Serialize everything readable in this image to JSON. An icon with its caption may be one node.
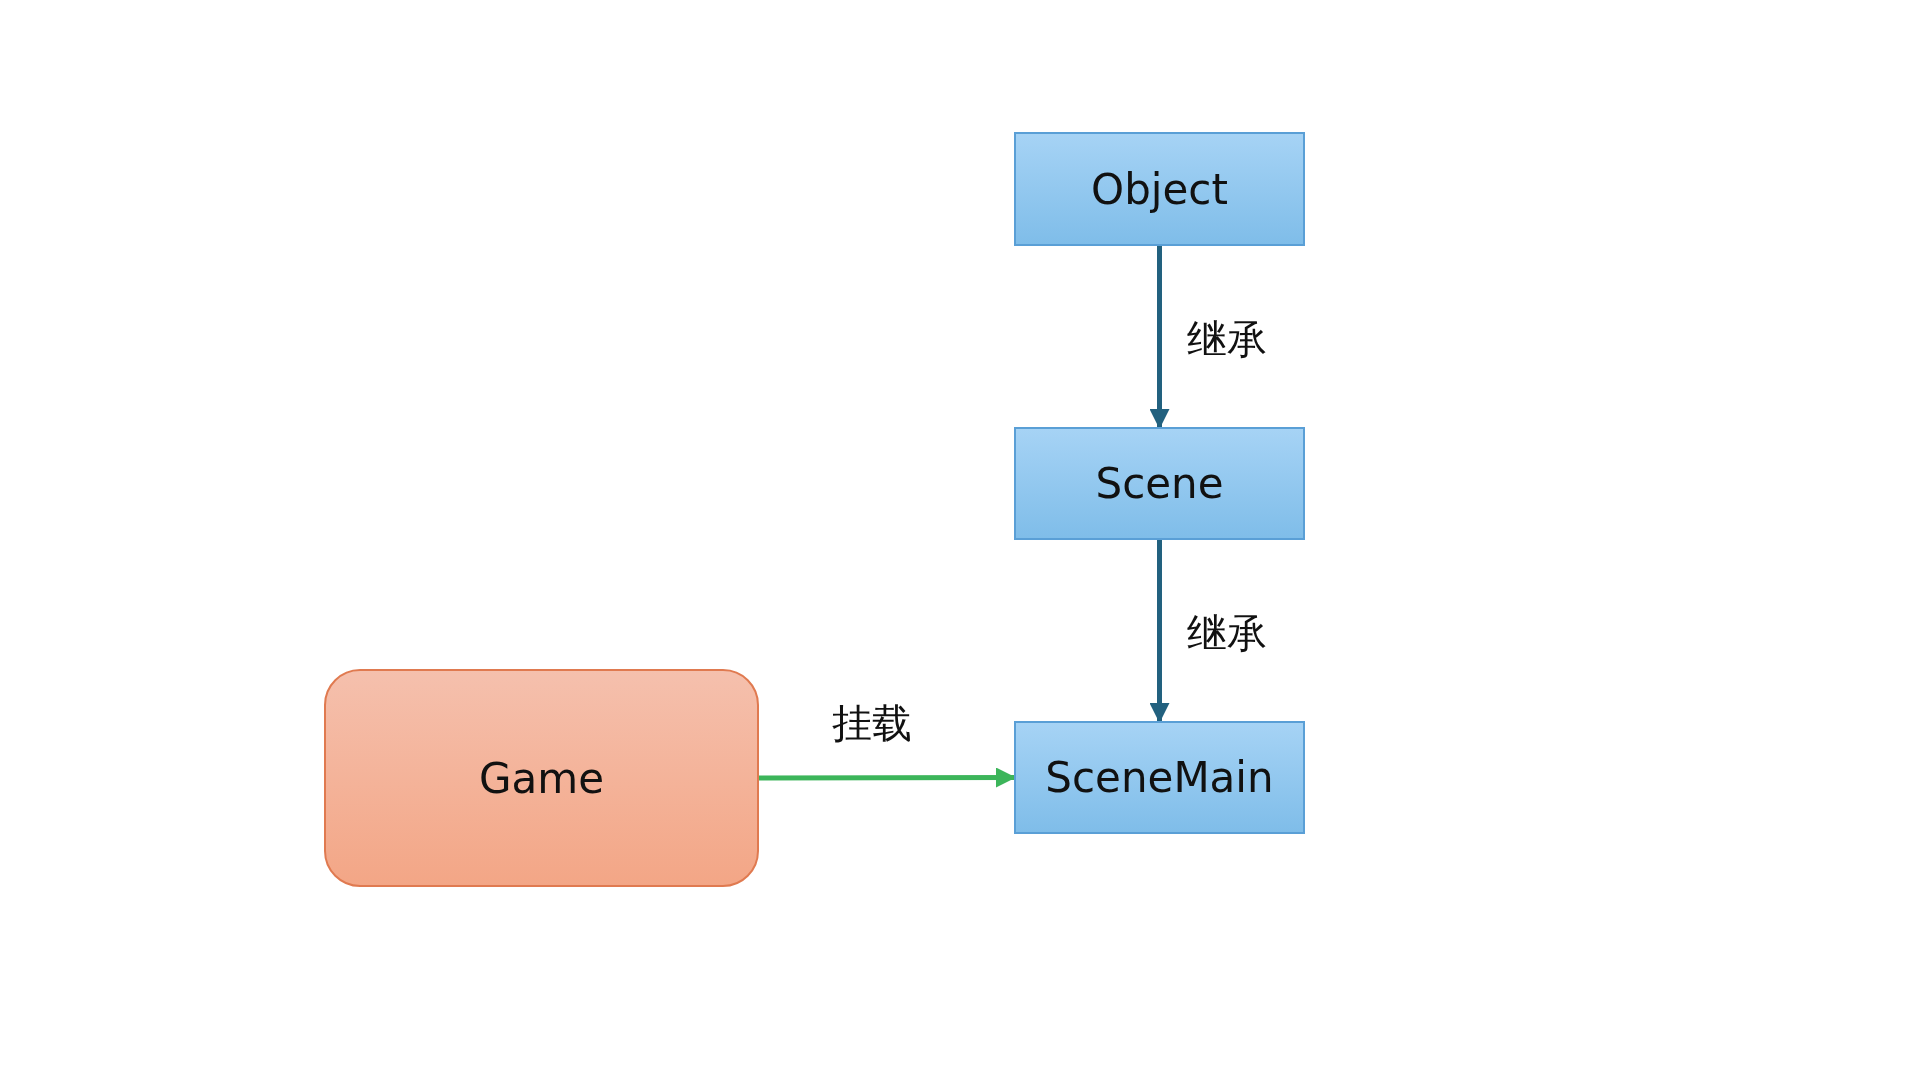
{
  "diagram": {
    "nodes": [
      {
        "text": [
          "Object"
        ]
      },
      {
        "text": [
          "Scene"
        ]
      },
      {
        "text": [
          "SceneMain"
        ]
      },
      {
        "text": [
          "Game"
        ]
      }
    ],
    "edges": [
      {
        "from": 0,
        "to": 1,
        "arrow": "to",
        "label": "继承"
      },
      {
        "from": 1,
        "to": 2,
        "arrow": "to",
        "label": "继承"
      },
      {
        "from": 3,
        "to": 2,
        "arrow": "to",
        "label": "挂载",
        "color": "#3cb55a"
      }
    ]
  }
}
